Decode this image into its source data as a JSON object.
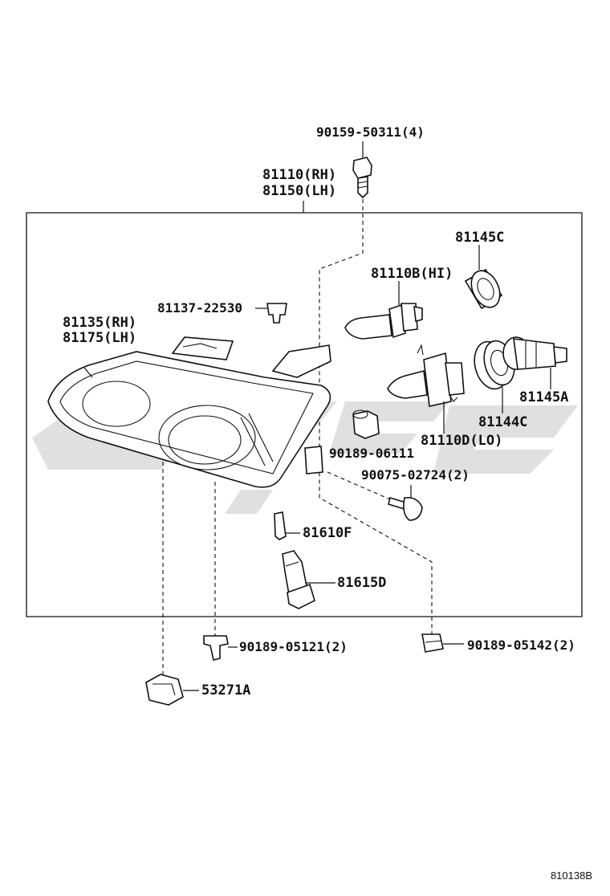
{
  "diagram_id": "810138B",
  "part_labels": {
    "p90159": "90159-50311(4)",
    "p81110_rh": "81110(RH)",
    "p81150_lh": "81150(LH)",
    "p81145c": "81145C",
    "p81110b": "81110B(HI)",
    "p81137": "81137-22530",
    "p81135_rh": "81135(RH)",
    "p81175_lh": "81175(LH)",
    "p81145a": "81145A",
    "p81144c": "81144C",
    "p90189_06111": "90189-06111",
    "p81110d": "81110D(LO)",
    "p90075": "90075-02724(2)",
    "p81610f": "81610F",
    "p81615d": "81615D",
    "p90189_05121": "90189-05121(2)",
    "p90189_05142": "90189-05142(2)",
    "p53271a": "53271A"
  }
}
